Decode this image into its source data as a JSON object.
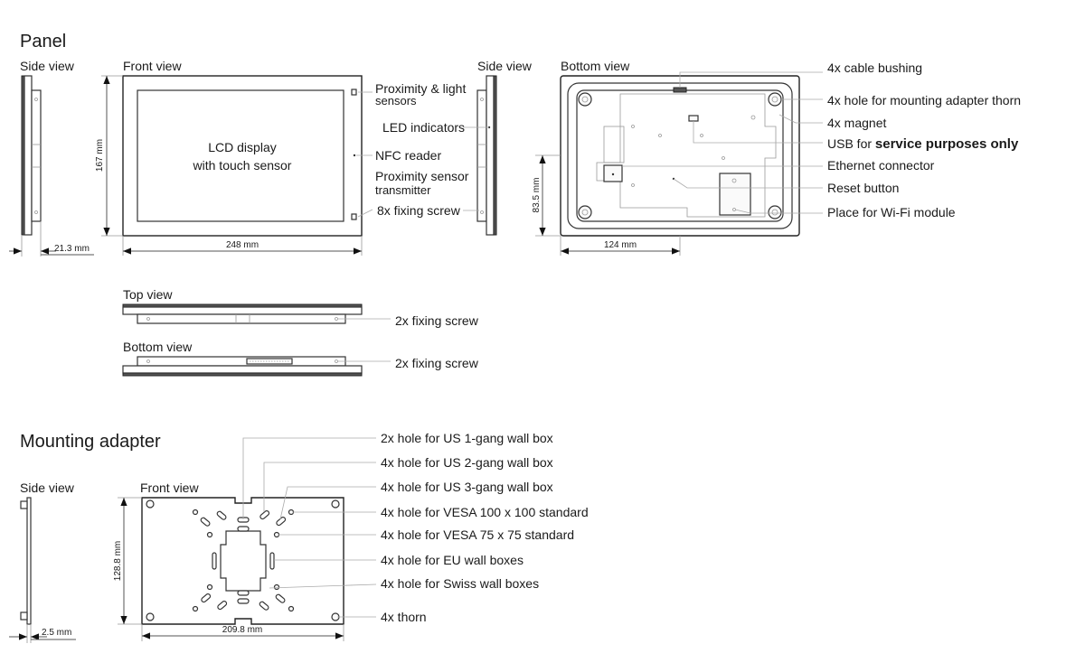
{
  "panel": {
    "title": "Panel",
    "side_view_label": "Side view",
    "front_view_label": "Front view",
    "side_view_label_2": "Side view",
    "bottom_view_label": "Bottom view",
    "lcd_line1": "LCD display",
    "lcd_line2": "with touch sensor",
    "dim_height": "167 mm",
    "dim_width": "248 mm",
    "dim_depth": "21.3 mm",
    "dim_bottom_height": "83.5 mm",
    "dim_bottom_width": "124 mm",
    "front_labels": {
      "proximity_light_1": "Proximity & light",
      "proximity_light_2": "sensors",
      "led": "LED indicators",
      "nfc": "NFC reader",
      "prox_tx_1": "Proximity sensor",
      "prox_tx_2": "transmitter",
      "fixing": "8x fixing screw"
    },
    "bottom_labels": {
      "cable_bushing": "4x cable bushing",
      "mounting_thorn": "4x hole for mounting adapter thorn",
      "magnet": "4x magnet",
      "usb_prefix": "USB for ",
      "usb_bold": "service purposes only",
      "ethernet": "Ethernet connector",
      "reset": "Reset button",
      "wifi": "Place for Wi-Fi module"
    },
    "top_view_label": "Top view",
    "top_fixing": "2x fixing screw",
    "bottom_view_label_2": "Bottom view",
    "bottom_fixing": "2x fixing screw"
  },
  "adapter": {
    "title": "Mounting adapter",
    "side_view_label": "Side view",
    "front_view_label": "Front view",
    "dim_height": "128.8 mm",
    "dim_width": "209.8 mm",
    "dim_depth": "2.5 mm",
    "labels": [
      "2x hole for US 1-gang wall box",
      "4x hole for US 2-gang wall box",
      "4x hole for US 3-gang wall box",
      "4x hole for VESA 100 x 100 standard",
      "4x hole for VESA 75 x 75 standard",
      "4x hole for EU wall boxes",
      "4x hole for Swiss wall boxes",
      "4x thorn"
    ]
  }
}
